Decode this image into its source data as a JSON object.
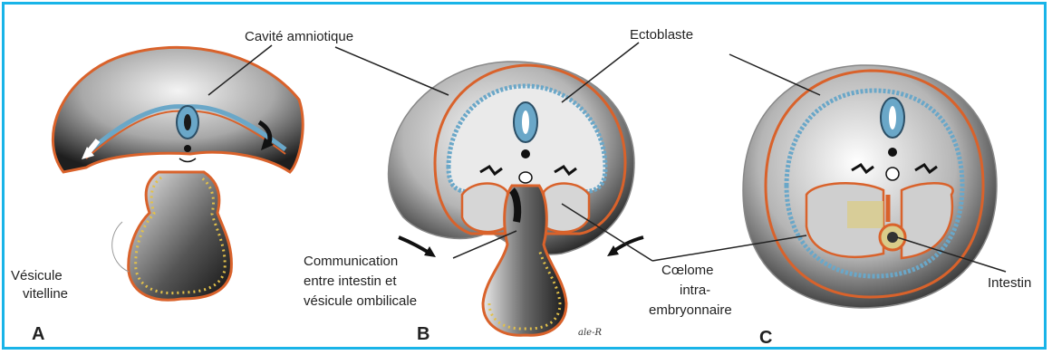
{
  "labels": {
    "cavite": "Cavité amniotique",
    "ectoblaste": "Ectoblaste",
    "vesicule_line1": "Vésicule",
    "vesicule_line2": "vitelline",
    "comm_line1": "Communication",
    "comm_line2": "entre intestin et",
    "comm_line3": "vésicule ombilicale",
    "coelome_line1": "Cœlome",
    "coelome_line2": "intra-",
    "coelome_line3": "embryonnaire",
    "intestin": "Intestin"
  },
  "panels": {
    "a": "A",
    "b": "B",
    "c": "C"
  },
  "signature": "ale-R",
  "colors": {
    "border": "#19b4e8",
    "ectoderm": "#6aa7c8",
    "outline": "#d9622b",
    "yolk_dots": "#e2c04a",
    "shade_dark": "#2a2a2a"
  }
}
